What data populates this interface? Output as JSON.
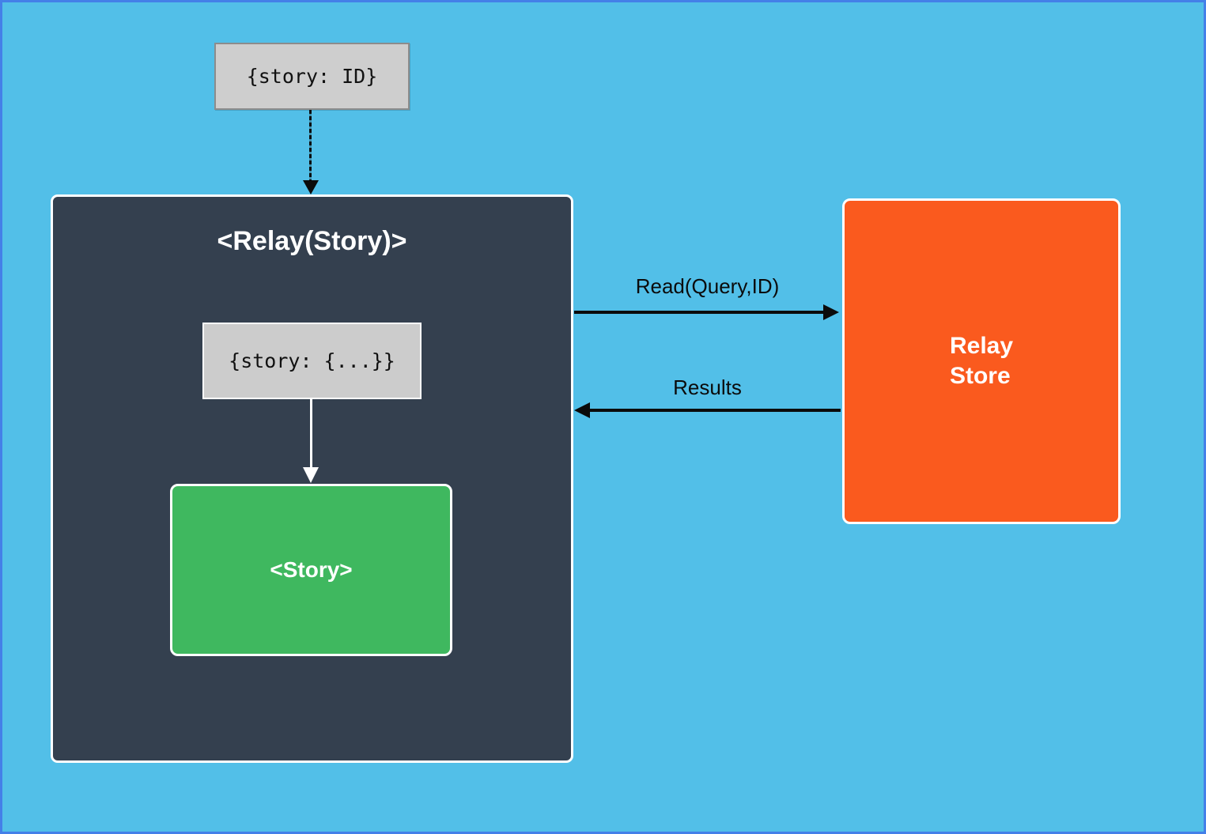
{
  "diagram": {
    "top_input_box": {
      "label": "{story: ID}"
    },
    "relay_component": {
      "title": "<Relay(Story)>",
      "inner_props_box": {
        "label": "{story: {...}}"
      },
      "story_box": {
        "label": "<Story>"
      }
    },
    "relay_store": {
      "label": "Relay\nStore"
    },
    "edges": {
      "read_label": "Read(Query,ID)",
      "results_label": "Results"
    },
    "colors": {
      "background": "#52bfe8",
      "canvas_border": "#4480e8",
      "relay_container": "#34404f",
      "story_green": "#3fb85f",
      "store_orange": "#fa5a1e",
      "props_gray": "#cecece",
      "arrow_black": "#0b0b0b",
      "arrow_white": "#ffffff"
    }
  }
}
